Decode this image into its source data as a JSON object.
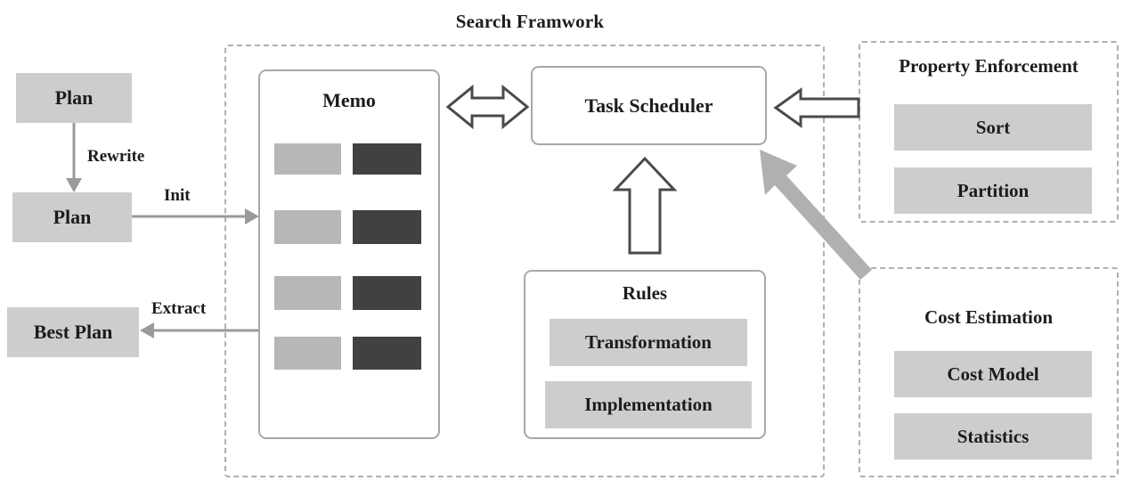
{
  "diagram": {
    "title": "Search Framwork",
    "left_flow": {
      "nodes": [
        {
          "id": "plan-initial",
          "label": "Plan"
        },
        {
          "id": "plan-rewritten",
          "label": "Plan"
        },
        {
          "id": "best-plan",
          "label": "Best Plan"
        }
      ],
      "edges": [
        {
          "id": "rewrite",
          "label": "Rewrite"
        },
        {
          "id": "init",
          "label": "Init"
        },
        {
          "id": "extract",
          "label": "Extract"
        }
      ]
    },
    "memo": {
      "heading": "Memo",
      "rows": [
        {
          "light": "",
          "dark": ""
        },
        {
          "light": "",
          "dark": ""
        },
        {
          "light": "",
          "dark": ""
        },
        {
          "light": "",
          "dark": ""
        }
      ]
    },
    "task_scheduler": {
      "label": "Task Scheduler"
    },
    "rules": {
      "heading": "Rules",
      "items": [
        {
          "label": "Transformation"
        },
        {
          "label": "Implementation"
        }
      ]
    },
    "property_enforcement": {
      "heading": "Property Enforcement",
      "items": [
        {
          "label": "Sort"
        },
        {
          "label": "Partition"
        }
      ]
    },
    "cost_estimation": {
      "heading": "Cost Estimation",
      "items": [
        {
          "label": "Cost Model"
        },
        {
          "label": "Statistics"
        }
      ]
    },
    "colors": {
      "box_fill": "#cdcdcd",
      "memo_light": "#b7b7b7",
      "memo_dark": "#414141",
      "dashed_border": "#b0b0b0",
      "panel_border": "#a8a8a8",
      "arrow_outline": "#4a4a4a",
      "arrow_thin": "#9a9a9a",
      "arrow_thick": "#b0b0b0",
      "text": "#1c1c1c"
    }
  }
}
